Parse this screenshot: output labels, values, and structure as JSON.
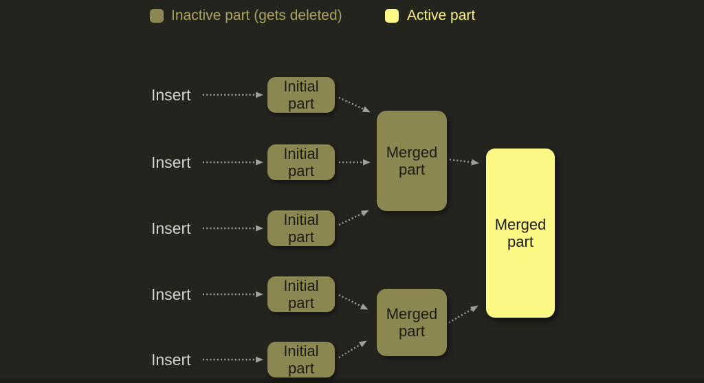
{
  "colors": {
    "background": "#24241f",
    "inactive_fill": "#8a8750",
    "active_fill": "#fbf983",
    "inactive_legend_text": "#a9a55e",
    "active_legend_text": "#f6f47c",
    "insert_text": "#d4d4d4",
    "box_text": "#1b1b12",
    "arrow": "#9e9e9e"
  },
  "legend": {
    "items": [
      {
        "label": "Inactive part (gets deleted)",
        "swatch": "inactive"
      },
      {
        "label": "Active part",
        "swatch": "active"
      }
    ]
  },
  "inserts": [
    {
      "label": "Insert"
    },
    {
      "label": "Insert"
    },
    {
      "label": "Insert"
    },
    {
      "label": "Insert"
    },
    {
      "label": "Insert"
    }
  ],
  "initial_parts": [
    {
      "label": "Initial part"
    },
    {
      "label": "Initial part"
    },
    {
      "label": "Initial part"
    },
    {
      "label": "Initial part"
    },
    {
      "label": "Initial part"
    }
  ],
  "merged_parts": [
    {
      "label": "Merged part"
    },
    {
      "label": "Merged part"
    }
  ],
  "final_part": {
    "label": "Merged part"
  }
}
